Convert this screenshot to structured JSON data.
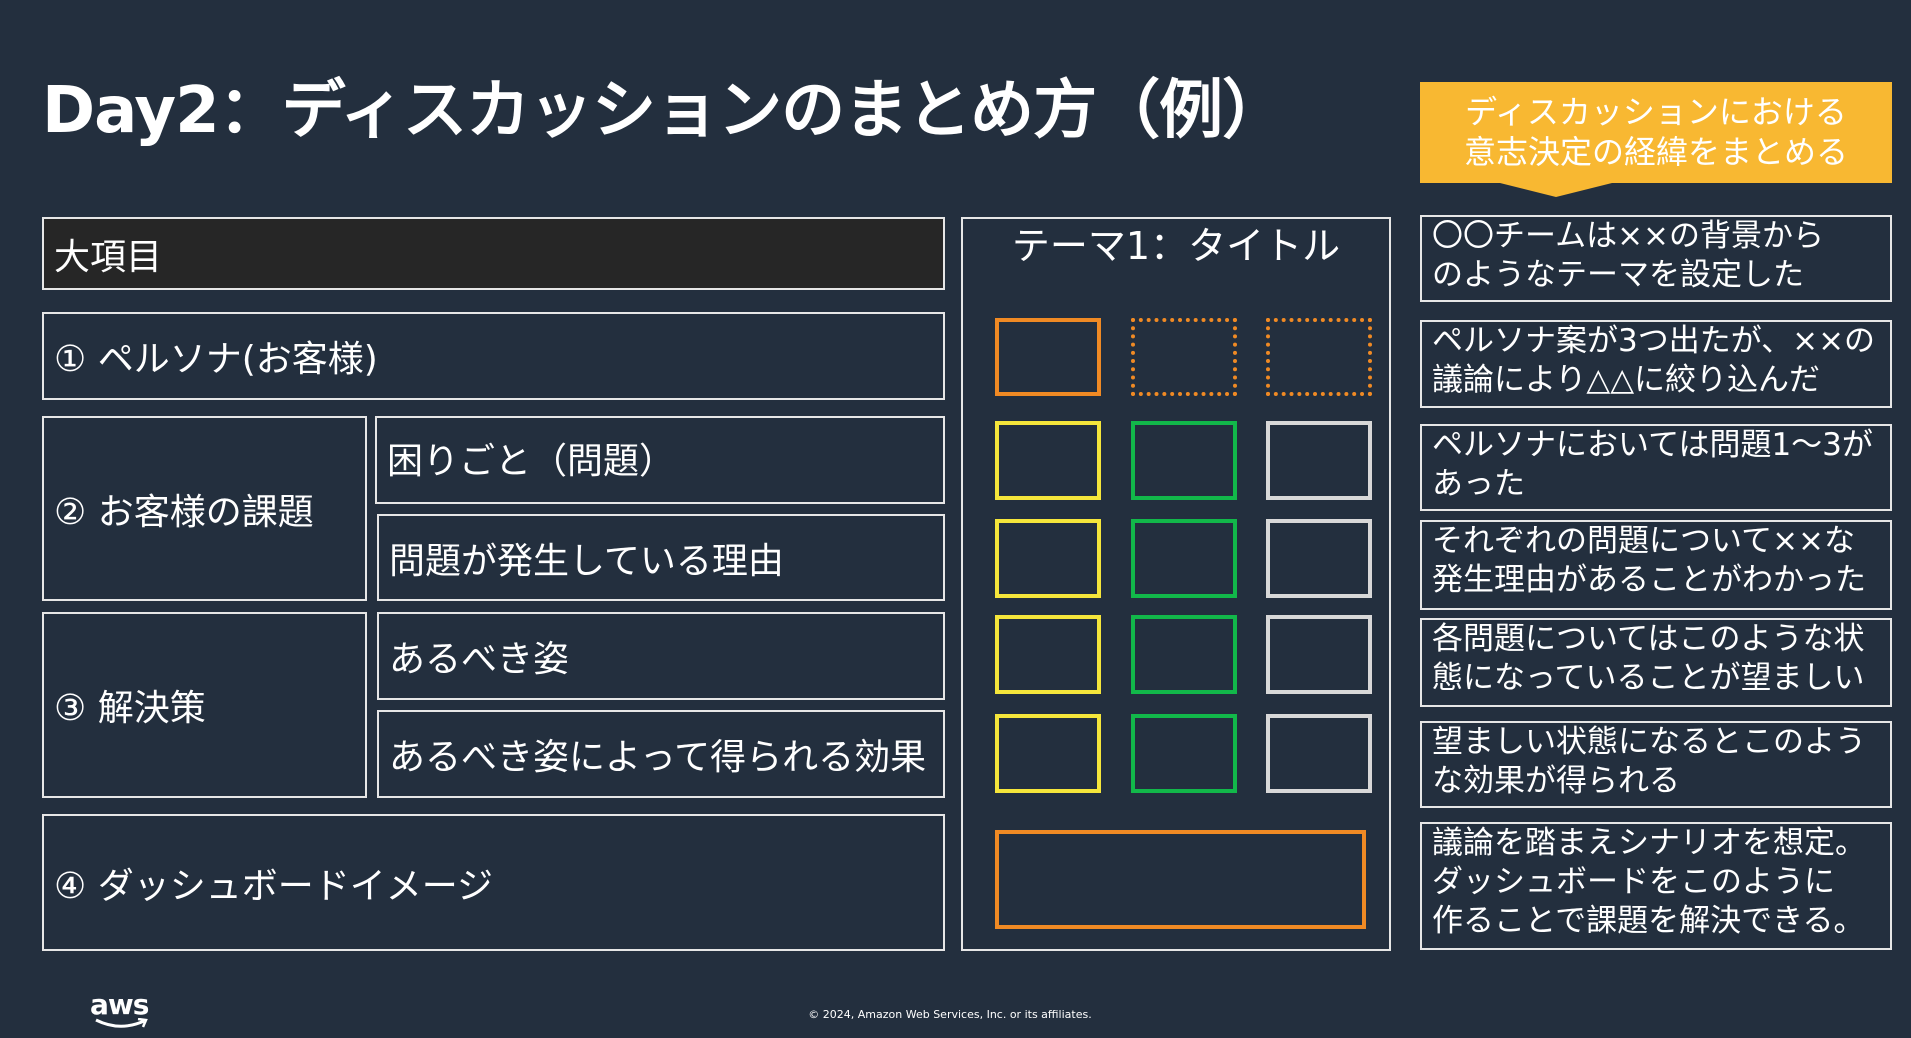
{
  "title": "Day2：ディスカッションのまとめ方（例）",
  "callout": {
    "line1": "ディスカッションにおける",
    "line2": "意志決定の経緯をまとめる"
  },
  "left": {
    "header": "大項目",
    "persona": "① ペルソナ(お客様)",
    "issue": "② お客様の課題",
    "issue_sub1": "困りごと（問題）",
    "issue_sub2": "問題が発生している理由",
    "solution": "③ 解決策",
    "solution_sub1": "あるべき姿",
    "solution_sub2": "あるべき姿によって得られる効果",
    "dashboard": "④ ダッシュボードイメージ"
  },
  "theme": {
    "title": "テーマ1：タイトル"
  },
  "notes": [
    "〇〇チームは××の背景から\nのようなテーマを設定した",
    "ペルソナ案が3つ出たが、××の\n議論により△△に絞り込んだ",
    "ペルソナにおいては問題1～3が\nあった",
    "それぞれの問題について××な\n発生理由があることがわかった",
    "各問題についてはこのような状\n態になっていることが望ましい",
    "望ましい状態になるとこのよう\nな効果が得られる",
    "議論を踏まえシナリオを想定。\nダッシュボードをこのように\n作ることで課題を解決できる。"
  ],
  "footer": {
    "logo_text": "aws",
    "copyright": "© 2024, Amazon Web Services, Inc. or its affiliates."
  },
  "colors": {
    "background": "#232f3e",
    "callout": "#f8b832",
    "orange": "#f08a24",
    "yellow": "#f5e63b",
    "green": "#12b84a",
    "gray": "#d8d8d8"
  }
}
